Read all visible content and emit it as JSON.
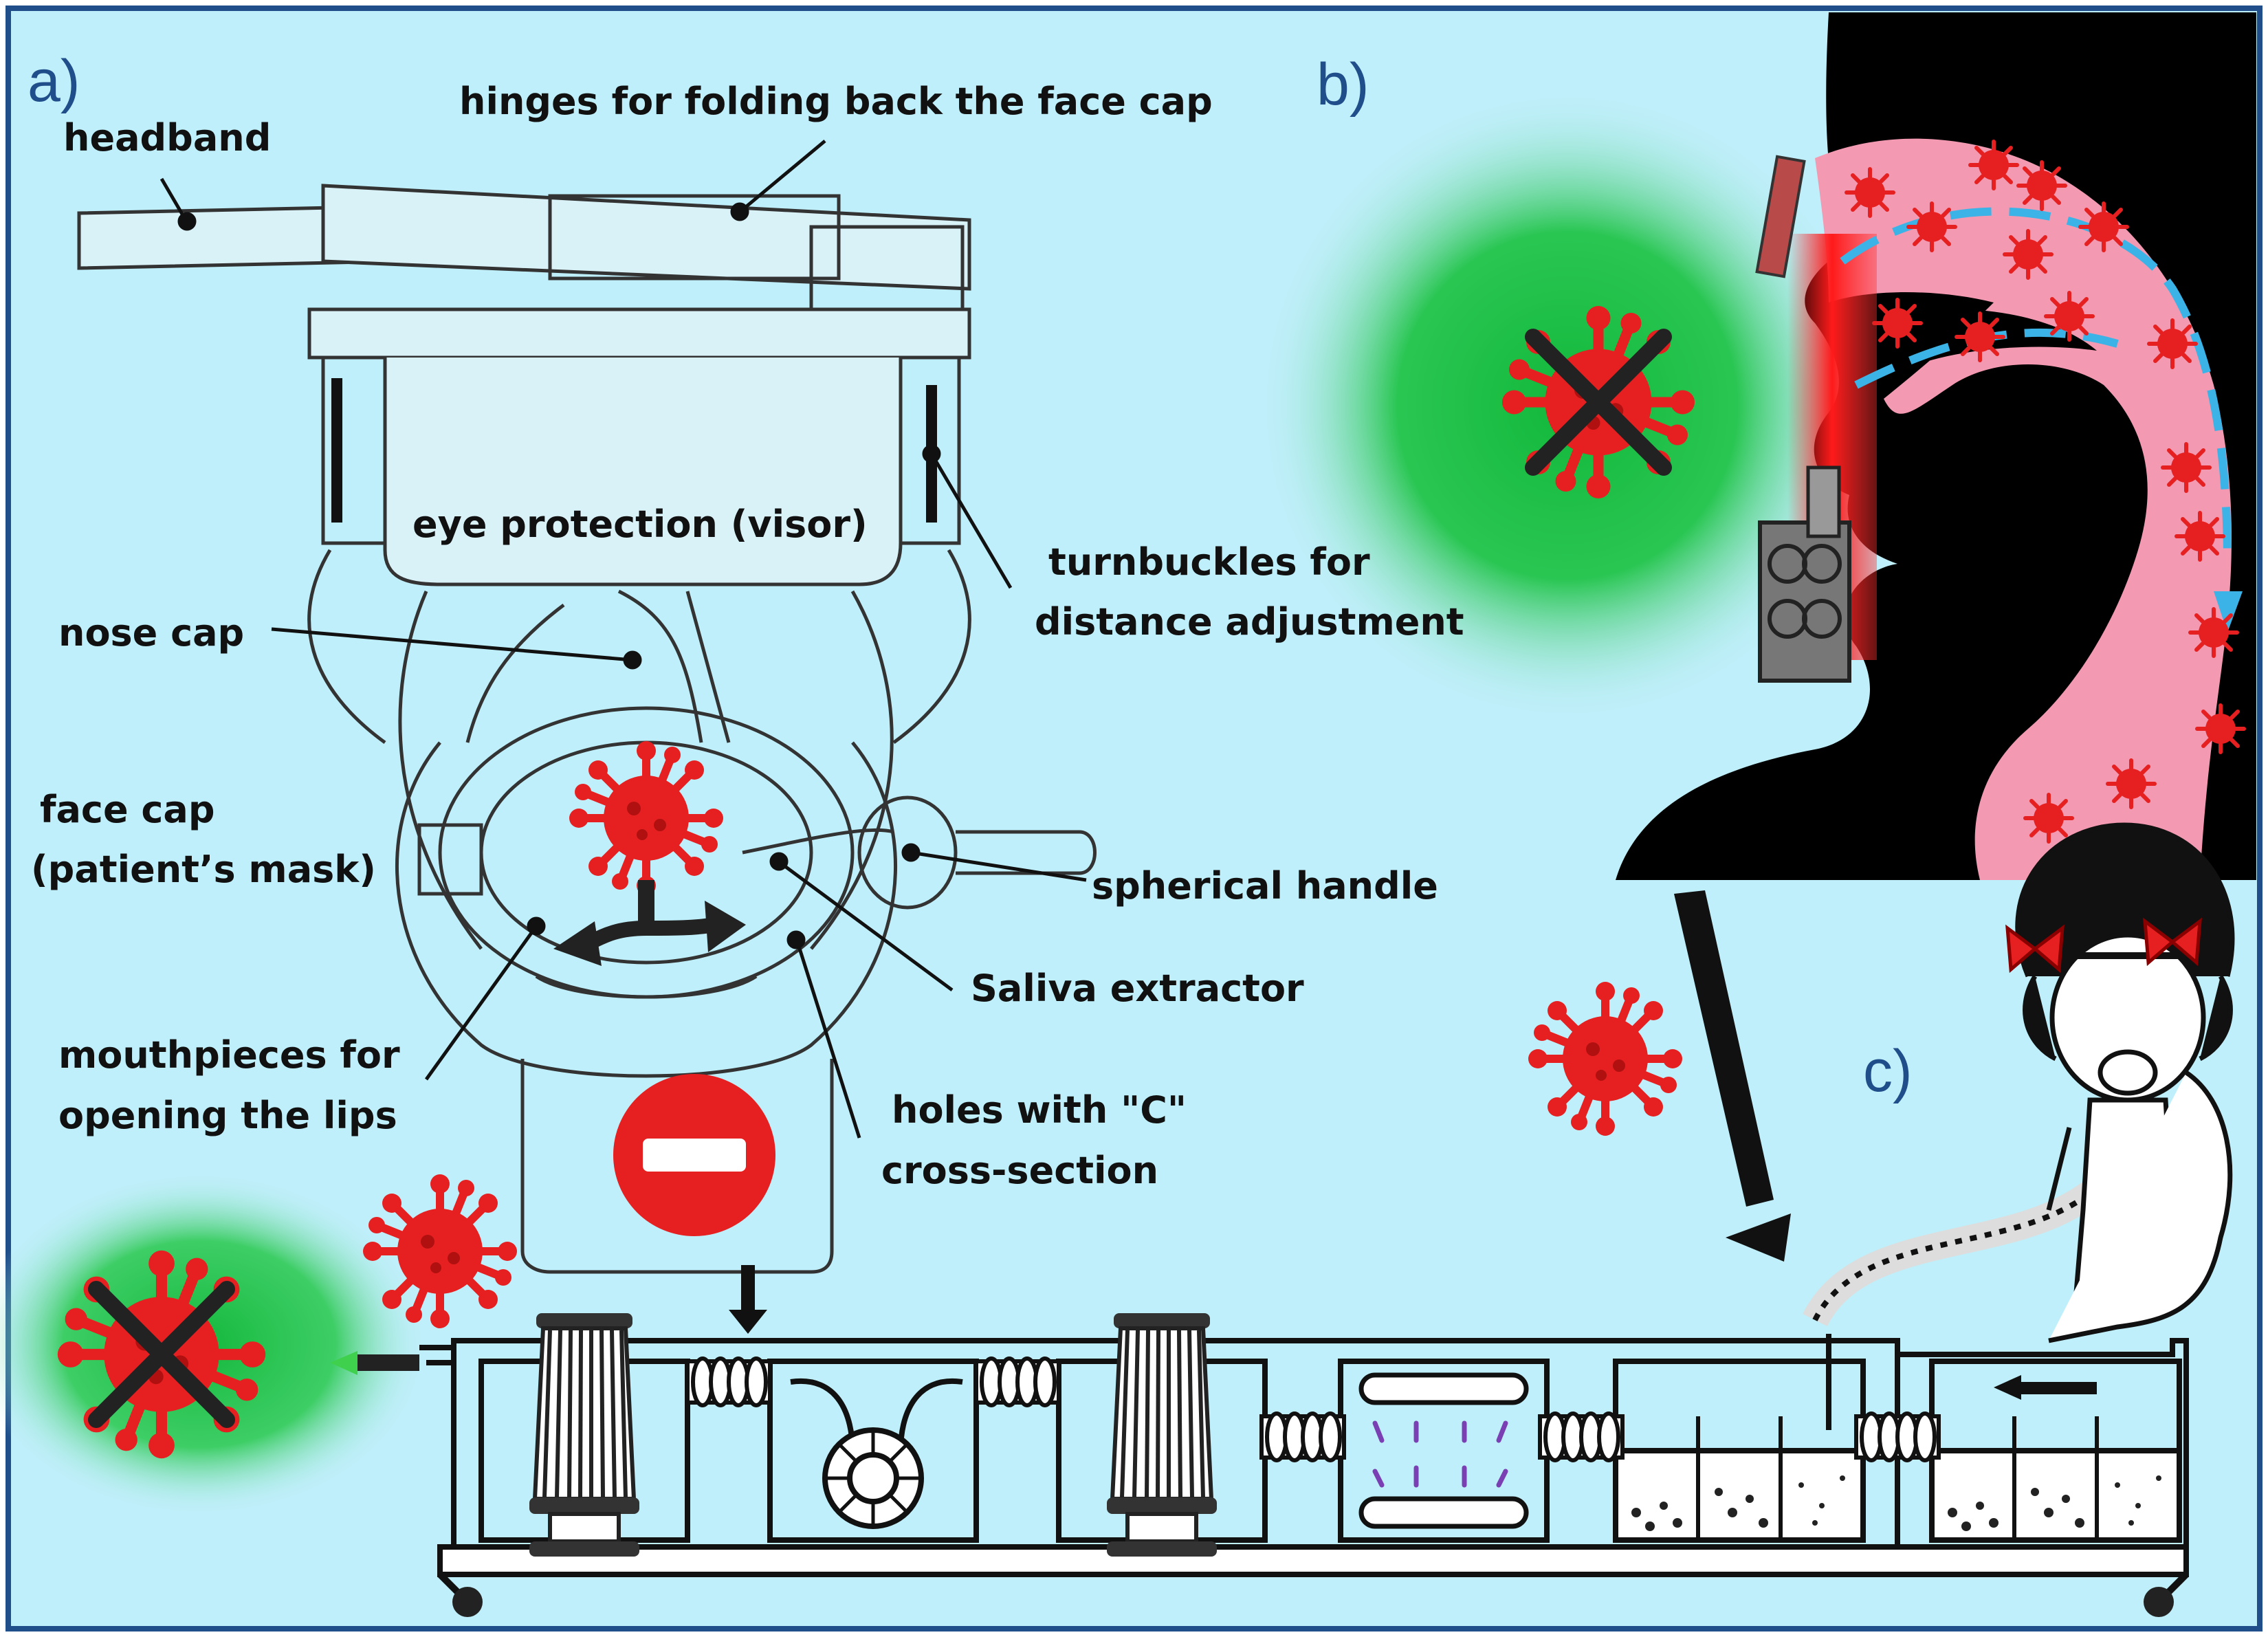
{
  "colors": {
    "background": "#bfeffa",
    "border": "#1f4e8a",
    "virus": "#e62020",
    "safe_zone": "#1fbf3f",
    "tissue": "#f39ab2",
    "airflow": "#3cb3e6"
  },
  "panels": {
    "a": "a)",
    "b": "b)",
    "c": "c)"
  },
  "labels": {
    "headband": "headband",
    "hinges": "hinges for folding back the face cap",
    "eye_protection": "eye protection (visor)",
    "turnbuckles_1": "turnbuckles for",
    "turnbuckles_2": "distance adjustment",
    "nose_cap": "nose cap",
    "face_cap_1": "face cap",
    "face_cap_2": "(patient’s mask)",
    "spherical_handle": "spherical handle",
    "saliva_extractor": "Saliva extractor",
    "mouthpieces_1": "mouthpieces for",
    "mouthpieces_2": "opening the lips",
    "holes_1": "holes with \"C\"",
    "holes_2": "cross-section"
  },
  "icons": [
    "virus-icon",
    "crossed-virus-icon",
    "no-entry-icon",
    "flow-arrow-icon",
    "filter-icon",
    "turbine-icon",
    "uv-chamber-icon",
    "liquid-tank-icon",
    "child-patient-icon"
  ]
}
